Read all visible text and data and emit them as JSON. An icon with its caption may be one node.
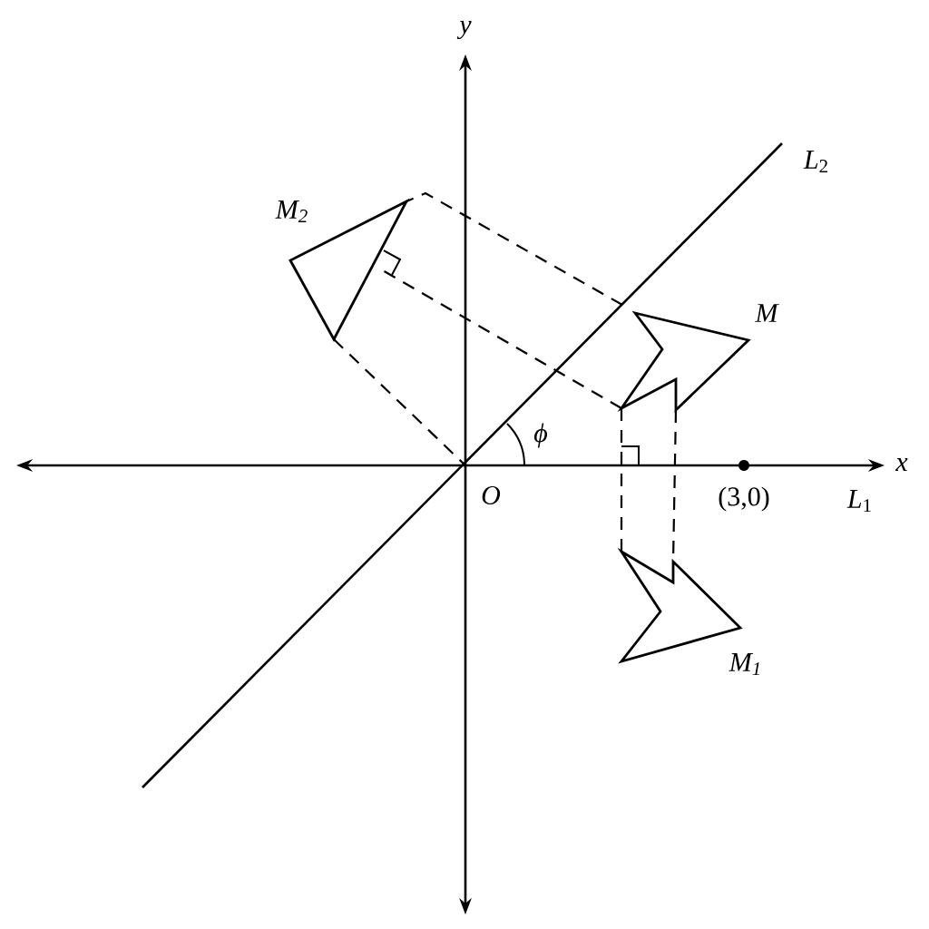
{
  "diagram": {
    "nodes": [
      {
        "text": [],
        "shape": "polygon",
        "beside": [
          "M"
        ]
      },
      {
        "text": [],
        "shape": "polygon",
        "beside": [
          "*M*$_{1}$"
        ]
      },
      {
        "text": [],
        "shape": "triangle",
        "beside": [
          "*M*$_{2}$"
        ]
      }
    ],
    "edges": [
      {
        "from": 0,
        "to": 1,
        "arrow": "none",
        "style": "dashed"
      },
      {
        "from": 0,
        "to": 1,
        "arrow": "none",
        "style": "dashed"
      },
      {
        "from": 0,
        "to": 2,
        "arrow": "none",
        "style": "dashed"
      },
      {
        "from": 0,
        "to": 2,
        "arrow": "none",
        "style": "dashed"
      },
      {
        "from": 2,
        "to": null,
        "arrow": "none",
        "style": "dashed"
      }
    ],
    "labels": [
      "*y*",
      "*L*$_{2}$",
      "*ϕ*",
      "*x*",
      "*O*",
      "(3,0)",
      "*L*$_{1}$"
    ]
  }
}
